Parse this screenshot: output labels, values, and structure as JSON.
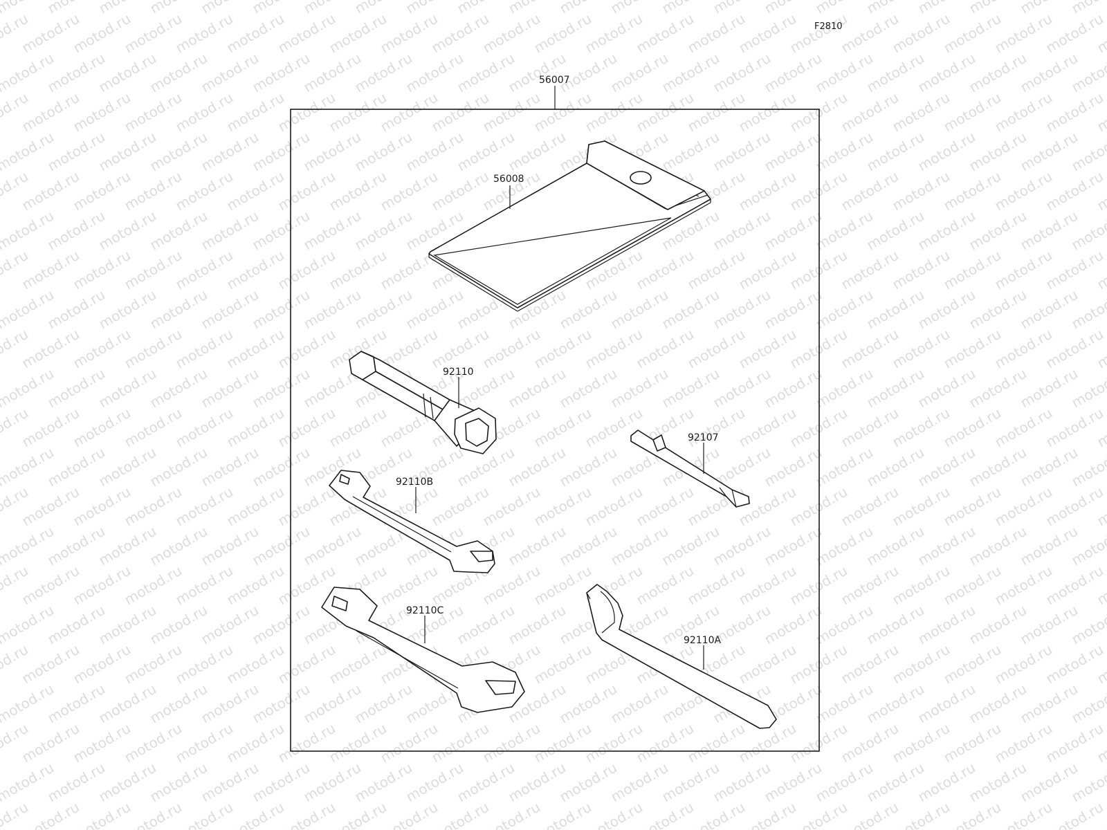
{
  "figure_code": "F2810",
  "watermark": "motod.ru",
  "colors": {
    "line": "#1a1a1a",
    "watermark": "#dcdcdc",
    "background": "#ffffff"
  },
  "group": {
    "part_number": "56007"
  },
  "parts": [
    {
      "id": "pouch",
      "part_number": "56008",
      "icon": "tool-pouch-icon"
    },
    {
      "id": "plug-wrench",
      "part_number": "92110",
      "icon": "spark-plug-wrench-icon"
    },
    {
      "id": "screwdriver",
      "part_number": "92107",
      "icon": "screwdriver-bit-icon"
    },
    {
      "id": "wrench-b",
      "part_number": "92110B",
      "icon": "open-end-wrench-icon"
    },
    {
      "id": "wrench-c",
      "part_number": "92110C",
      "icon": "open-end-wrench-icon"
    },
    {
      "id": "hook-wrench",
      "part_number": "92110A",
      "icon": "hook-spanner-icon"
    }
  ]
}
